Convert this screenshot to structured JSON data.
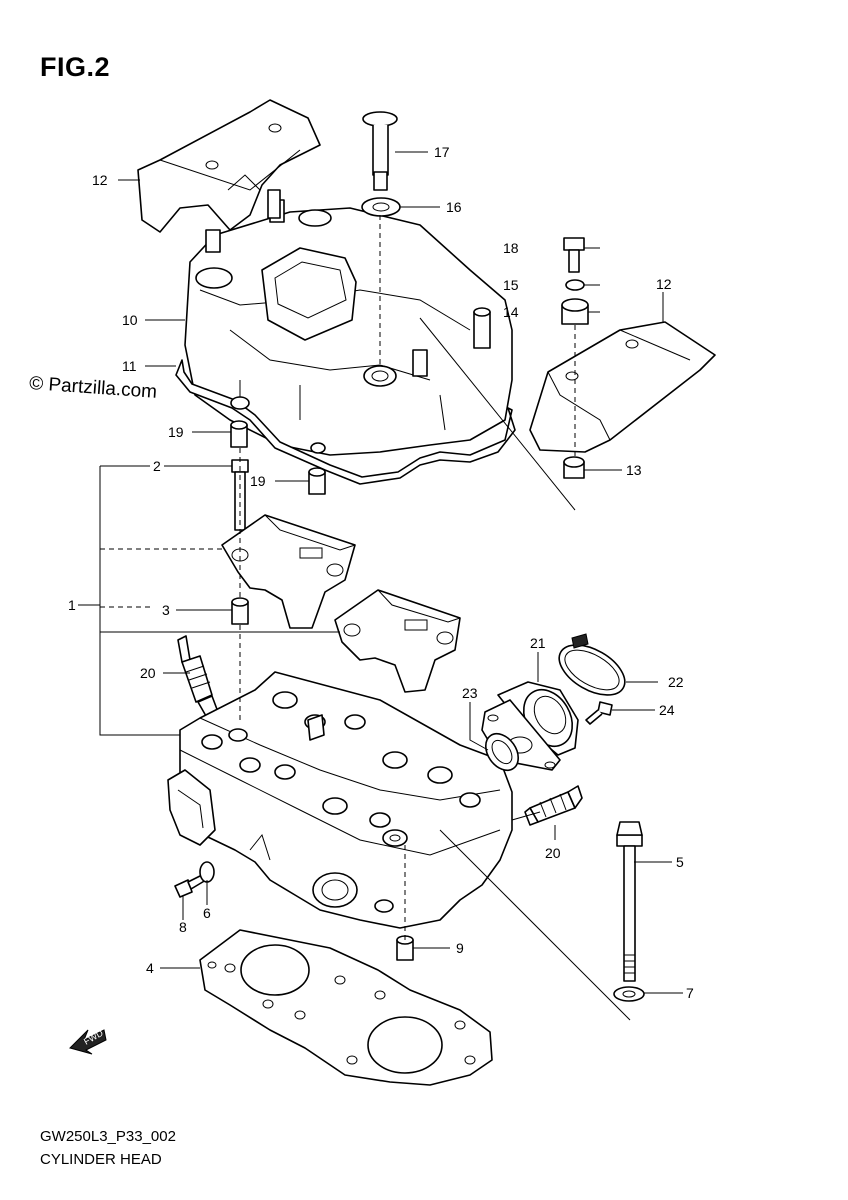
{
  "figure": {
    "title": "FIG.2",
    "copyright": "© Partzilla.com",
    "model_code": "GW250L3_P33_002",
    "caption": "CYLINDER HEAD",
    "fwd_label": "FWD"
  },
  "callouts": [
    {
      "id": "c1",
      "label": "1"
    },
    {
      "id": "c2",
      "label": "2"
    },
    {
      "id": "c3",
      "label": "3"
    },
    {
      "id": "c4",
      "label": "4"
    },
    {
      "id": "c5",
      "label": "5"
    },
    {
      "id": "c6",
      "label": "6"
    },
    {
      "id": "c7",
      "label": "7"
    },
    {
      "id": "c8",
      "label": "8"
    },
    {
      "id": "c9",
      "label": "9"
    },
    {
      "id": "c10",
      "label": "10"
    },
    {
      "id": "c11",
      "label": "11"
    },
    {
      "id": "c12a",
      "label": "12"
    },
    {
      "id": "c12b",
      "label": "12"
    },
    {
      "id": "c13",
      "label": "13"
    },
    {
      "id": "c14",
      "label": "14"
    },
    {
      "id": "c15",
      "label": "15"
    },
    {
      "id": "c16",
      "label": "16"
    },
    {
      "id": "c17",
      "label": "17"
    },
    {
      "id": "c18",
      "label": "18"
    },
    {
      "id": "c19a",
      "label": "19"
    },
    {
      "id": "c19b",
      "label": "19"
    },
    {
      "id": "c20a",
      "label": "20"
    },
    {
      "id": "c20b",
      "label": "20"
    },
    {
      "id": "c21",
      "label": "21"
    },
    {
      "id": "c22",
      "label": "22"
    },
    {
      "id": "c23",
      "label": "23"
    },
    {
      "id": "c24",
      "label": "24"
    }
  ]
}
